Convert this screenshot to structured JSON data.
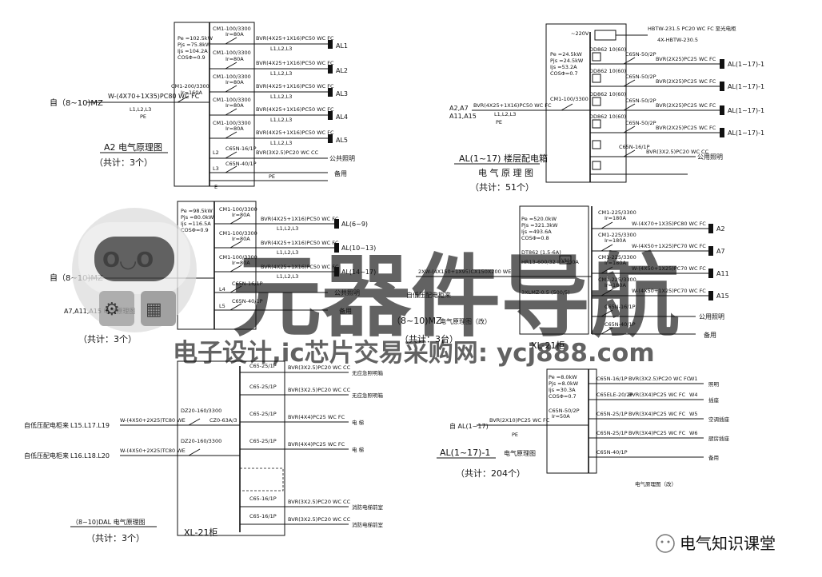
{
  "panelA2": {
    "src": "自（8~10)MZ",
    "feeder": "W-(4X70+1X35)PC80 WC FC",
    "feeder_sub": "L1,L2,L3",
    "pe": "PE",
    "params": [
      "Pe =102.5kW",
      "Pjs =75.8kW",
      "Ijs =104.2A",
      "COSΦ=0.9"
    ],
    "main_cb": "CM1-200/3300",
    "main_cb_sub": "Ir=160A",
    "branch_cb": "CM1-100/3300",
    "branch_cb_sub": "Ir=80A",
    "cable": "BVR(4X25+1X16)PC50 WC FC",
    "cable_sub": "L1,L2,L3",
    "outs": [
      "AL1",
      "AL2",
      "AL3",
      "AL4",
      "AL5"
    ],
    "l2_cb": "C65N-16/1P",
    "l2_cable": "BVR(3X2.5)PC20 WC CC",
    "l3_cb": "C65N-40/1P",
    "l2_label": "公共照明",
    "l3_label": "备用",
    "l2": "L2",
    "l3": "L3",
    "e": "E",
    "title": "A2  电气原理图",
    "count": "（共计：3个）"
  },
  "panelAL": {
    "src": "A2,A7\nA11,A15",
    "feeder": "BVR(4X25+1X16)PC50 WC FC",
    "feeder_sub": "L1,L2,L3",
    "pe": "PE",
    "top": "~220V",
    "top_right": "HBTW-231.5 PC20 WC FC  至光电柜",
    "top_right2": "4X-HBTW-230.5",
    "params": [
      "Pe =24.5kW",
      "Pjs =24.5kW",
      "Ijs =53.2A",
      "COSΦ=0.7"
    ],
    "main_cb": "CM1-100/3300",
    "meter": "DD862 10(60)",
    "meter2": "DD862 10(60)",
    "meter3": "DD862 10(60)",
    "meter4": "DD862 10(60)",
    "cb": "C65N-50/2P",
    "cable": "BVR(2X25)PC25 WC FC",
    "outs": [
      "AL(1~17)-1",
      "AL(1~17)-1",
      "AL(1~17)-1",
      "AL(1~17)-1"
    ],
    "public_cb": "C65N-16/1P",
    "public_cable": "BVR(3X2.5)PC20 WC CC",
    "public_label": "公用照明",
    "title": "AL(1~17) 楼层配电箱",
    "subtitle": "电 气 原 理 图",
    "count": "（共计：51个）"
  },
  "panelMid": {
    "src": "自（8~10)MZ",
    "params": [
      "Pe =98.5kW",
      "Pjs =80.0kW",
      "Ijs =116.5A",
      "COSΦ=0.9"
    ],
    "cb": "CM1-100/3300",
    "cb_sub": "Ir=80A",
    "cable": "BVR(4X25+1X16)PC50 WC FC",
    "cable_sub": "L1,L2,L3",
    "outs": [
      "AL(6~9)",
      "AL(10~13)",
      "AL(14~17)"
    ],
    "l4_cb": "C65N-16/1P",
    "l5_cb": "C65N-40/1P",
    "l4_label": "公共照明",
    "l5_label": "备用",
    "l4": "L4",
    "l5": "L5",
    "title": "A7,A11,A15  电气原理图",
    "count": "（共计：3个）"
  },
  "panelXL": {
    "src": "自低压配电柜来",
    "feeder": "2XW-(4X150+1X95)CX150X200 WE",
    "params": [
      "Pe =520.0kW",
      "Pjs =321.3kW",
      "Ijs =493.6A",
      "COSΦ=0.8"
    ],
    "meter": "DT862 (1.5-6A)",
    "ct": "3XLMZ-0.5 (500/5)",
    "main": "HR13-600/32 Ir=500A",
    "cb": "CM1-225/3300",
    "cb_sub": "Ir=180A",
    "cables": [
      "W-(4X70+1X35)PC80 WC FC",
      "W-(4X50+1X25)PC70 WC FC",
      "W-(4X50+1X25)PC70 WC FC",
      "W-(4X50+1X25)PC70 WC FC"
    ],
    "outs": [
      "A2",
      "A7",
      "A11",
      "A15"
    ],
    "l2_cb": "C65N-16/1P",
    "l3_cb": "C65N-40/1P",
    "l2_label": "公用照明",
    "l3_label": "备用",
    "vh": "VH",
    "title": "XL-21柜",
    "title_left": "（8~10)MZ",
    "subtitle": "电气原理图（改）",
    "count": "（共计：3台）"
  },
  "panelDAL": {
    "src1": "自低压配电柜来",
    "src2": "自低压配电柜来",
    "src1_code": "L15.L17.L19",
    "src2_code": "L16.L18.L20",
    "cable1": "W-(4X50+2X25)TC80 WE",
    "cable2": "W-(4X50+2X25)TC80 WE",
    "cb1": "DZ20-160/3300",
    "cb2": "DZ20-160/3300",
    "ats": "CZ0-63A/3",
    "cbs": [
      "C65-25/1P",
      "C65-25/1P",
      "C65-25/1P",
      "C65-25/1P",
      "C65-16/1P",
      "C65-16/1P"
    ],
    "cables": [
      "BVR(3X2.5)PC20 WC CC",
      "BVR(3X2.5)PC20 WC CC",
      "BVR(4X4)PC25 WC FC",
      "BVR(4X4)PC25 WC FC",
      "BVR(3X2.5)PC20 WC CC",
      "BVR(3X2.5)PC20 WC CC"
    ],
    "labels": [
      "无应急照明箱",
      "无应急照明箱",
      "电   梯",
      "电   梯",
      "消防电梯前室",
      "消防电梯前室"
    ],
    "title": "（8~10)DAL 电气原理图",
    "count": "（共计：3个）",
    "xl": "XL-21柜"
  },
  "panelAL1": {
    "src": "自 AL(1~17)",
    "feeder": "BVR(2X10)PC25 WC FC",
    "pe": "PE",
    "params": [
      "Pe =8.0kW",
      "Pjs =8.0kW",
      "Ijs =30.3A",
      "COSΦ=0.7"
    ],
    "main_cb": "C65N-50/2P",
    "main_cb_sub": "Ir=50A",
    "cbs": [
      "C65N-16/1P",
      "C65ELE-20/2P",
      "C65N-25/1P",
      "C65N-25/1P",
      "C65N-40/1P"
    ],
    "cables": [
      "BVR(3X2.5)PC20 WC FC",
      "BVR(3X4)PC25 WC FC",
      "BVR(3X4)PC25 WC FC",
      "BVR(3X4)PC25 WC FC",
      ""
    ],
    "outs": [
      "W1",
      "W4",
      "W5",
      "W6",
      ""
    ],
    "out_labels": [
      "照明",
      "插座",
      "空调插座",
      "厨房插座",
      "备用"
    ],
    "title": "AL(1~17)-1",
    "subtitle": "电气原理图",
    "count": "（共计：204个）",
    "foot": "电气原理图（改）"
  },
  "watermark": {
    "main": "元器件导航",
    "sub": "电子设计,ic芯片交易采购网: ycj888.com"
  },
  "brand": {
    "text": "电气知识课堂"
  }
}
